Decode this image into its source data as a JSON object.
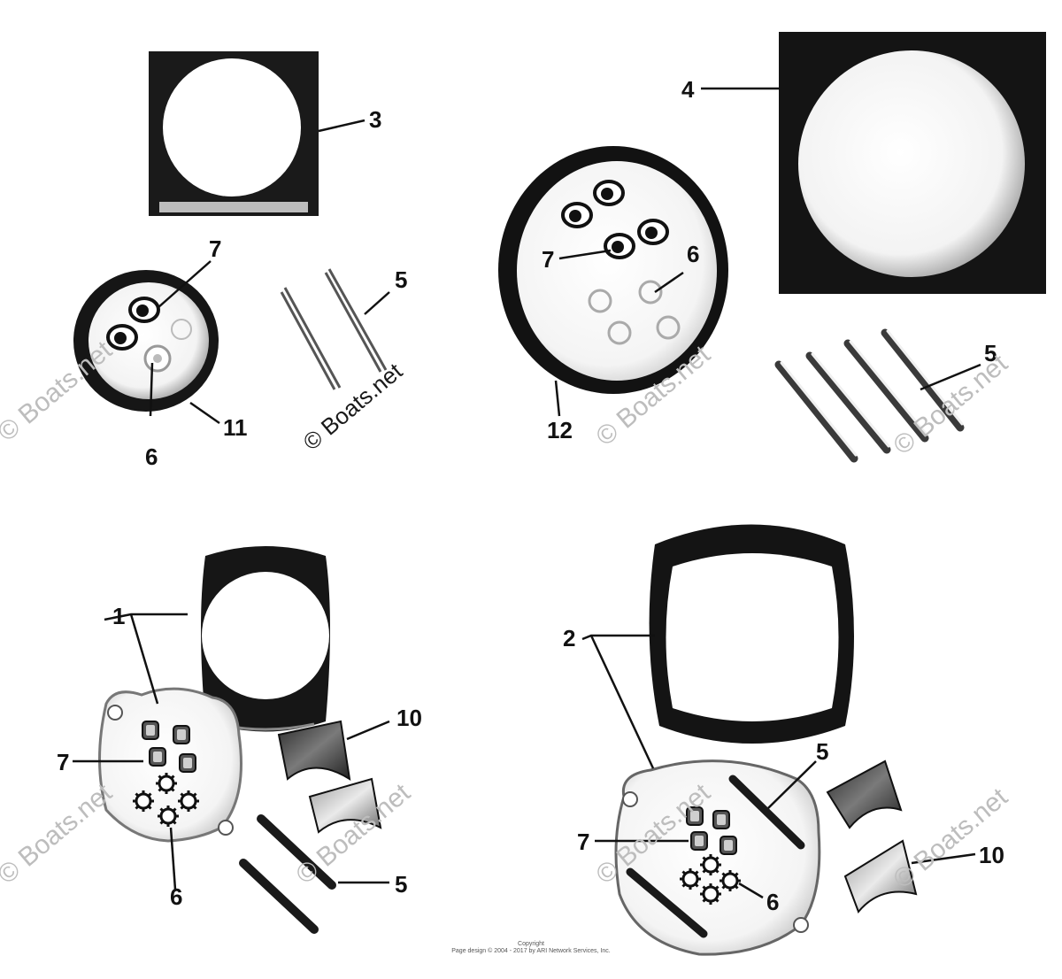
{
  "callouts": {
    "c1": "1",
    "c2": "2",
    "c3": "3",
    "c4": "4",
    "c5a": "5",
    "c5b": "5",
    "c5c": "5",
    "c5d": "5",
    "c6a": "6",
    "c6b": "6",
    "c6c": "6",
    "c6d": "6",
    "c7a": "7",
    "c7b": "7",
    "c7c": "7",
    "c7d": "7",
    "c10a": "10",
    "c10b": "10",
    "c11": "11",
    "c12": "12"
  },
  "watermarks": {
    "center": "© Boats.net",
    "faint": "© Boats.net"
  },
  "footer": {
    "line1": "Copyright",
    "line2": "Page design © 2004 - 2017 by ARI Network Services, Inc."
  },
  "colors": {
    "ink": "#111111",
    "paper": "#ffffff",
    "halftone": "#8a8a8a"
  }
}
